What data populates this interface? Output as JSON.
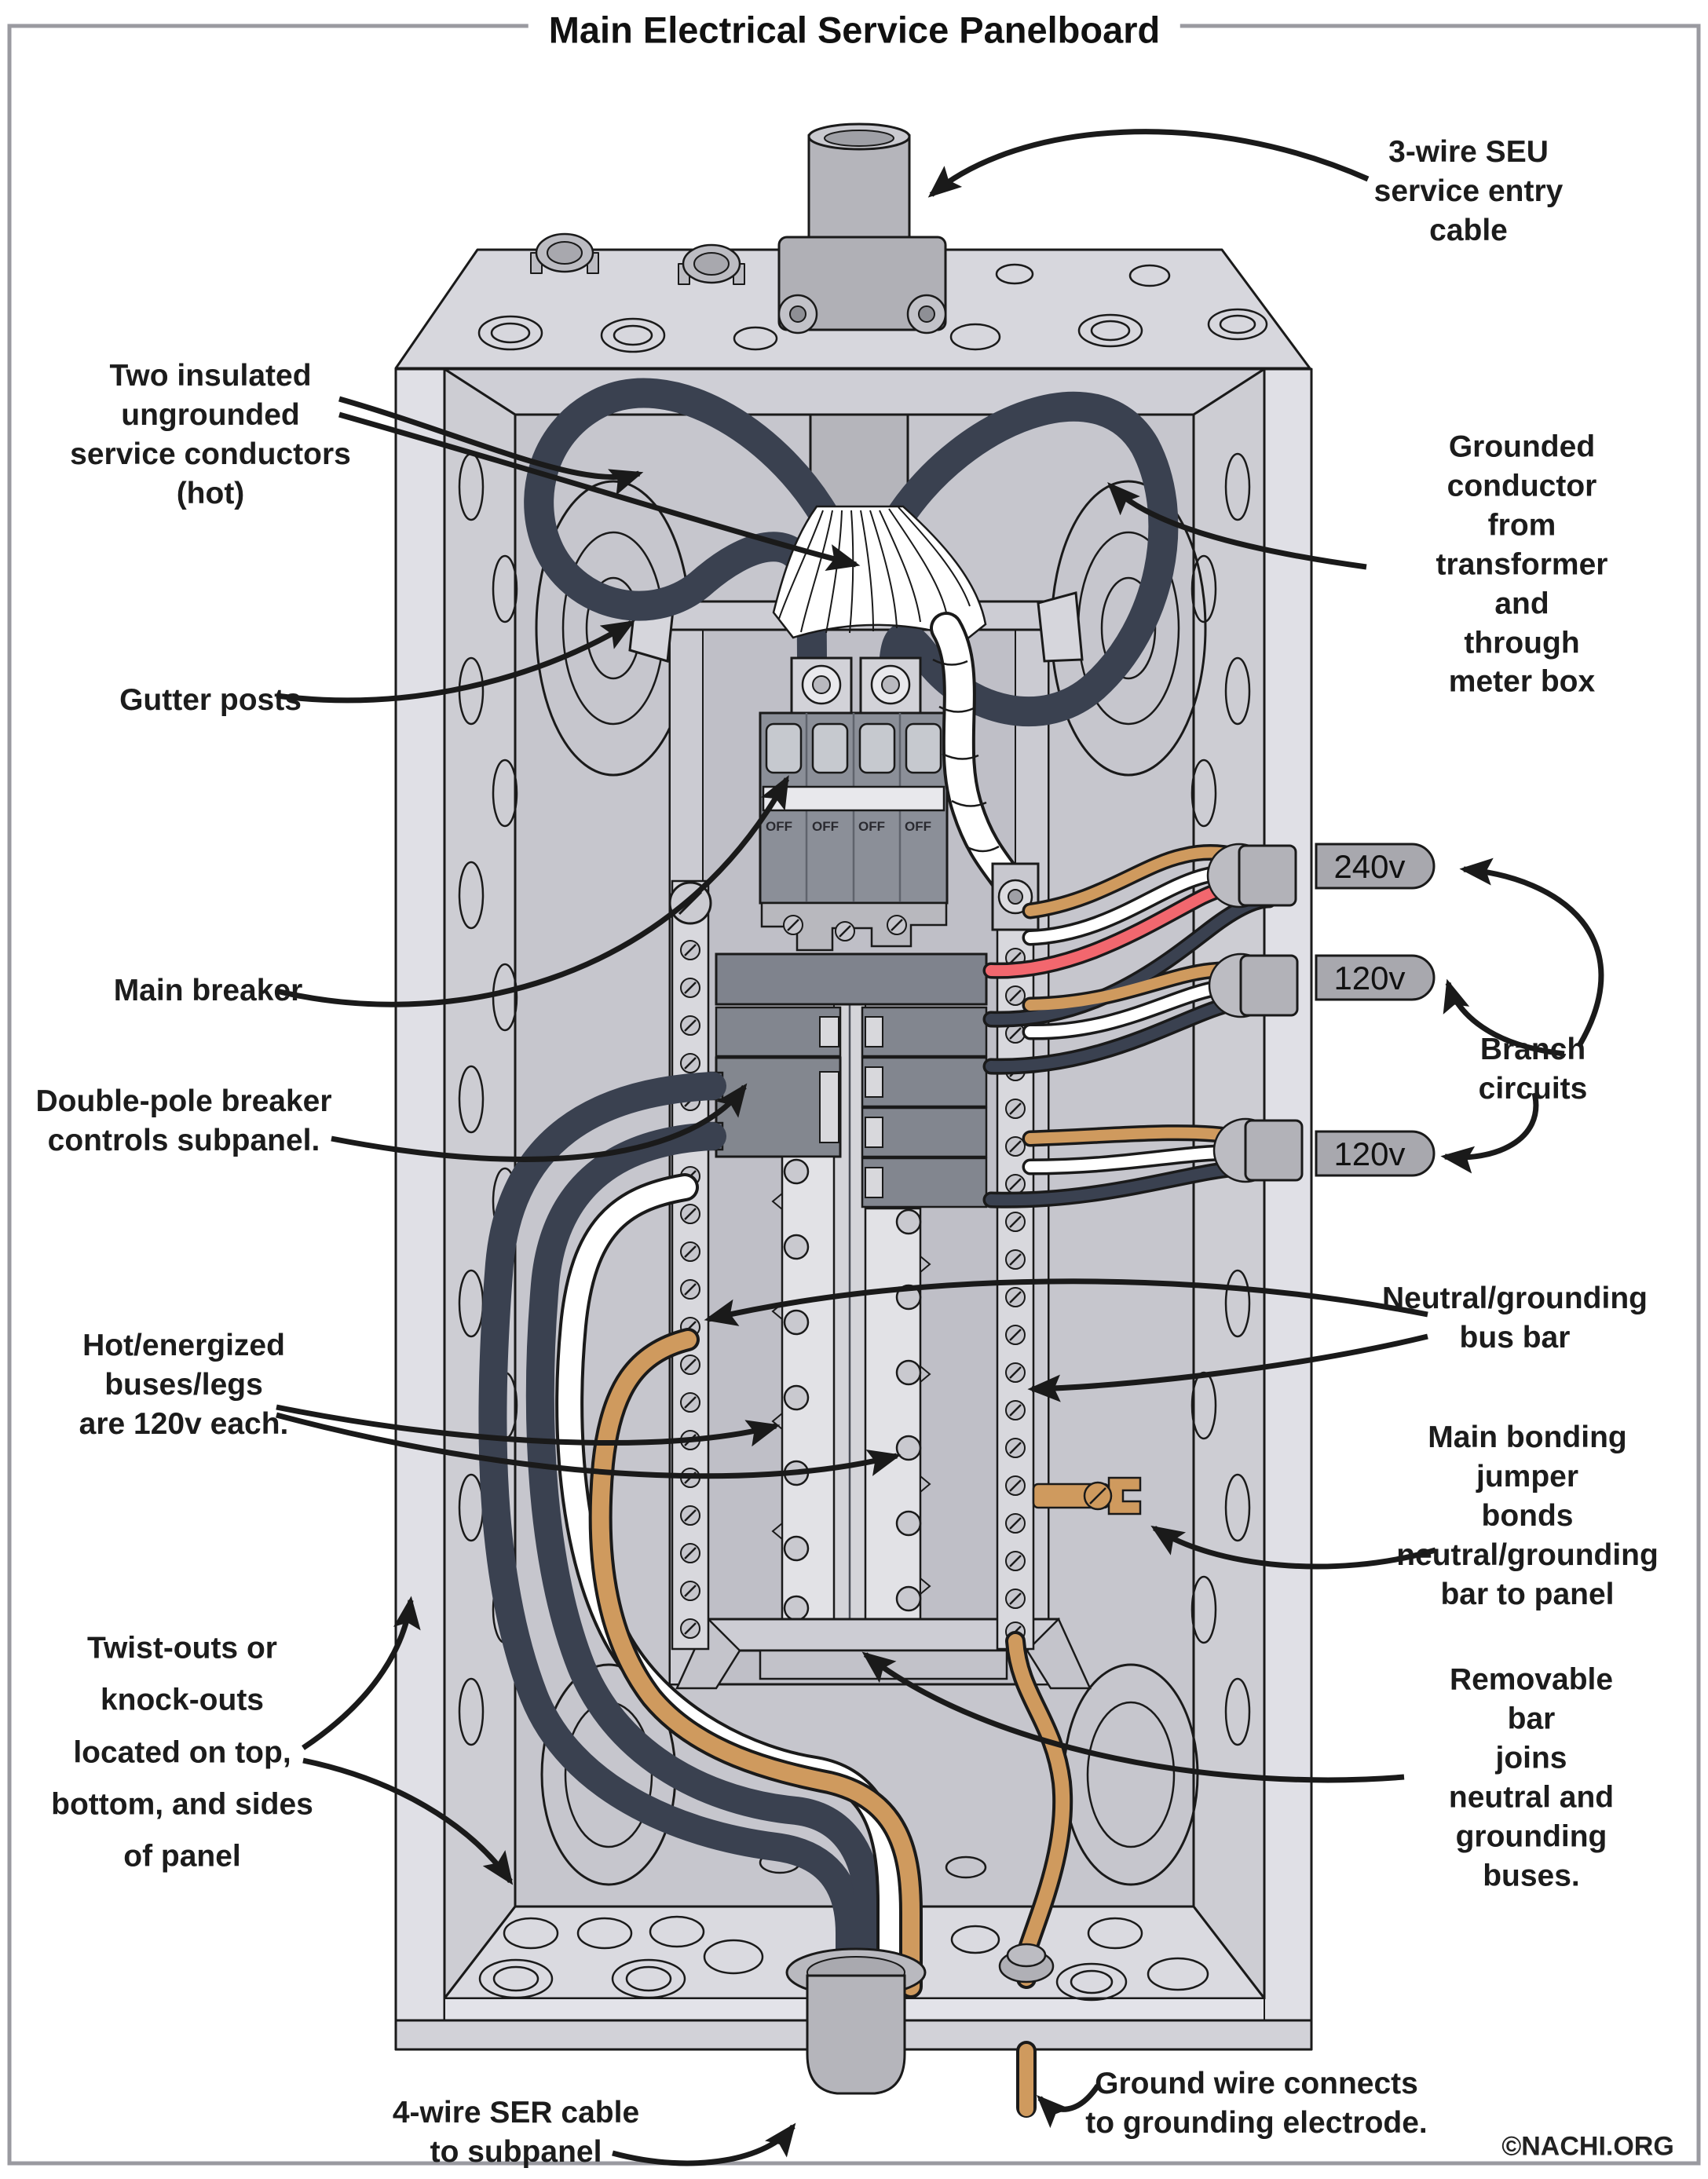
{
  "title": "Main Electrical Service Panelboard",
  "credit": "©NACHI.ORG",
  "callouts": {
    "seu_cable": "3-wire SEU\nservice entry cable",
    "service_conductors": "Two insulated\nungrounded\nservice conductors\n(hot)",
    "grounded_conductor": "Grounded conductor\nfrom transformer and\nthrough meter box",
    "gutter_posts": "Gutter posts",
    "main_breaker": "Main breaker",
    "branch_circuits": "Branch circuits",
    "double_pole": "Double-pole breaker\ncontrols subpanel.",
    "neutral_bus": "Neutral/grounding\nbus bar",
    "hot_buses": "Hot/energized\nbuses/legs\nare 120v each.",
    "main_bonding": "Main bonding jumper\nbonds neutral/grounding\nbar to panel",
    "twist_outs": "Twist-outs or\nknock-outs\nlocated on top,\nbottom, and sides\nof panel",
    "removable_bar": "Removable bar\njoins neutral and\ngrounding buses.",
    "ser_cable": "4-wire SER cable\nto subpanel",
    "ground_wire": "Ground wire connects\nto grounding electrode."
  },
  "voltage_tags": [
    "240v",
    "120v",
    "120v"
  ],
  "breaker_switch_labels": [
    "OFF",
    "OFF",
    "OFF",
    "OFF"
  ],
  "colors": {
    "hot_wire": "#3a4150",
    "neutral_wire": "#ffffff",
    "red_wire": "#f2676e",
    "copper_wire": "#cf9a5e",
    "panel_metal": "#c6c6cd",
    "breaker_dark": "#83878f",
    "frame": "#9a9aa0",
    "label_text": "#1c1c1c"
  }
}
